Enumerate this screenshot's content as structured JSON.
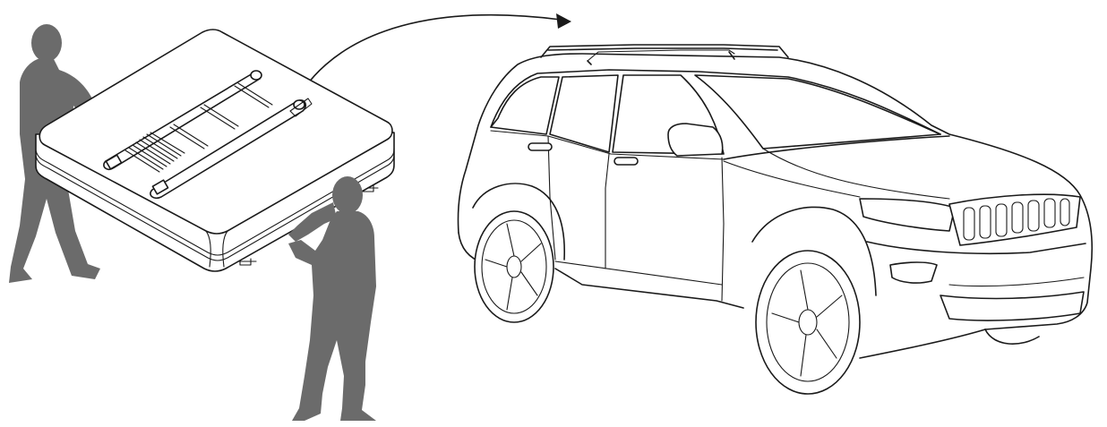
{
  "colors": {
    "line": "#1a1a1a",
    "silhouette": "#6b6b6b",
    "background": "#ffffff"
  },
  "illustration": {
    "icons": [
      "person-silhouette",
      "rooftop-tent-box",
      "telescopic-ladder",
      "curved-arrow",
      "suv-car",
      "roof-rack"
    ]
  }
}
